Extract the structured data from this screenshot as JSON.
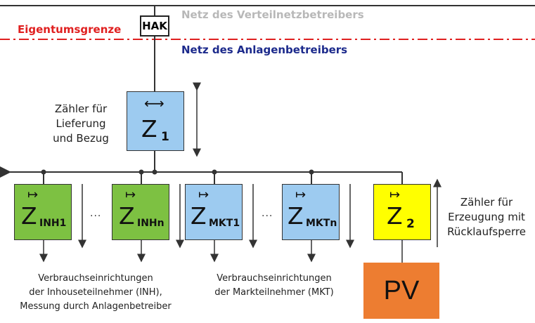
{
  "labels": {
    "grid_operator_net": "Netz des Verteilnetzbetreibers",
    "ownership_boundary": "Eigentumsgrenze",
    "hak": "HAK",
    "plant_operator_net": "Netz des Anlagenbetreibers",
    "z1_desc": [
      "Zähler für",
      "Lieferung",
      "und Bezug"
    ],
    "z2_desc": [
      "Zähler für",
      "Erzeugung mit",
      "Rücklaufsperre"
    ],
    "inh_desc": [
      "Verbrauchseinrichtungen",
      "der Inhouseteilnehmer (INH),",
      "Messung durch Anlagenbetreiber"
    ],
    "mkt_desc": [
      "Verbrauchseinrichtungen",
      "der Markteilnehmer (MKT)"
    ],
    "pv": "PV",
    "ellipsis": "...",
    "bidir_arrow": "⟷"
  },
  "meters": {
    "z1": {
      "letter": "Z",
      "sub": "1"
    },
    "inh1": {
      "letter": "Z",
      "sub": "INH1"
    },
    "inhn": {
      "letter": "Z",
      "sub": "INHn"
    },
    "mkt1": {
      "letter": "Z",
      "sub": "MKT1"
    },
    "mktn": {
      "letter": "Z",
      "sub": "MKTn"
    },
    "z2": {
      "letter": "Z",
      "sub": "2"
    }
  },
  "colors": {
    "boundary_red": "#e02020",
    "plant_net_blue": "#1c2a8c",
    "grid_net_gray": "#b8b8b8",
    "meter_blue": "#9dcbf0",
    "meter_green": "#7dc142",
    "meter_yellow": "#ffff00",
    "pv_orange": "#ed7d31"
  }
}
